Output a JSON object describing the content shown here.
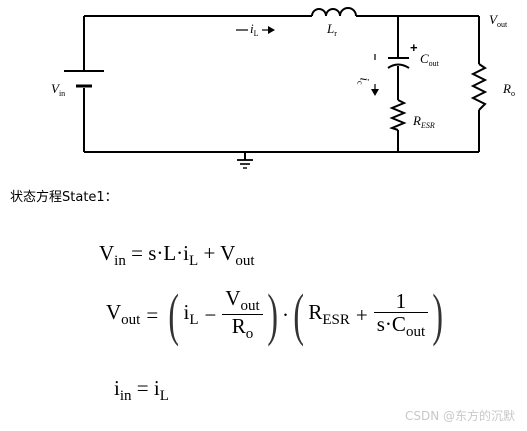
{
  "circuit": {
    "labels": {
      "vin": "V",
      "vin_sub": "in",
      "il": "i",
      "il_sub": "L",
      "inductor": "L",
      "inductor_sub": "r",
      "vout": "V",
      "vout_sub": "out",
      "cout": "C",
      "cout_sub": "out",
      "ic": "i",
      "ic_sub": "c",
      "resr": "R",
      "resr_sub": "ESR",
      "ro": "R",
      "ro_sub": "o"
    }
  },
  "text": {
    "heading": "状态方程State1：",
    "watermark": "CSDN @东方的沉默"
  },
  "equations": {
    "eq1": {
      "lhs": "V",
      "lhs_sub": "in",
      "rhs_a": "s·L·i",
      "rhs_a_sub": "L",
      "plus": "+",
      "rhs_b": "V",
      "rhs_b_sub": "out",
      "equals": "="
    },
    "eq2": {
      "lhs": "V",
      "lhs_sub": "out",
      "equals": "=",
      "il": "i",
      "il_sub": "L",
      "minus": "−",
      "frac1_num": "V",
      "frac1_num_sub": "out",
      "frac1_den": "R",
      "frac1_den_sub": "o",
      "dot": "·",
      "resr": "R",
      "resr_sub": "ESR",
      "plus": "+",
      "frac2_num": "1",
      "frac2_den": "s·C",
      "frac2_den_sub": "out"
    },
    "eq3": {
      "lhs": "i",
      "lhs_sub": "in",
      "equals": "=",
      "rhs": "i",
      "rhs_sub": "L"
    }
  }
}
